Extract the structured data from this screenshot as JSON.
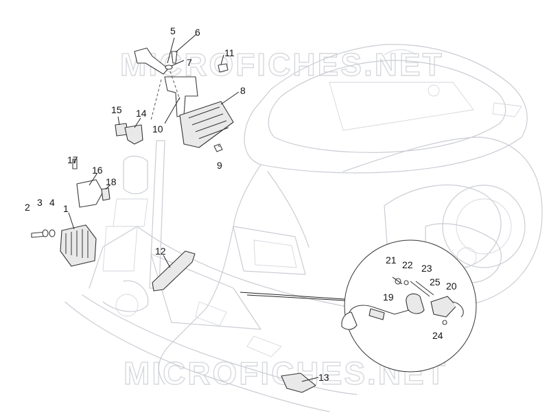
{
  "watermark": "MICROFICHES.NET",
  "callouts": [
    "1",
    "2",
    "3",
    "4",
    "5",
    "6",
    "7",
    "8",
    "9",
    "10",
    "11",
    "12",
    "13",
    "14",
    "15",
    "16",
    "17",
    "18",
    "19",
    "20",
    "21",
    "22",
    "23",
    "24",
    "25"
  ]
}
